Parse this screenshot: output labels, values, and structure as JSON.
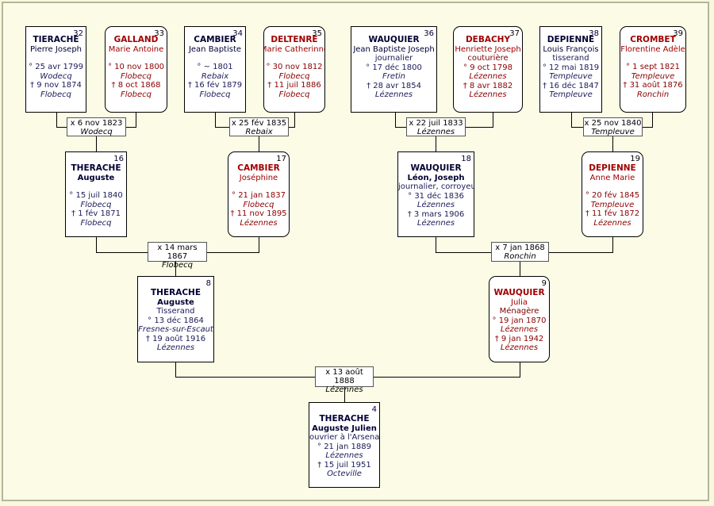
{
  "persons": {
    "p32": {
      "num": "32",
      "surname": "TIERACHE",
      "given": "Pierre Joseph",
      "birth": "° 25 avr 1799",
      "birth_place": "Wodecq",
      "death": "† 9 nov 1874",
      "death_place": "Flobecq"
    },
    "p33": {
      "num": "33",
      "surname": "GALLAND",
      "given": "Marie Antoine",
      "birth": "° 10 nov 1800",
      "birth_place": "Flobecq",
      "death": "† 8 oct 1868",
      "death_place": "Flobecq"
    },
    "p34": {
      "num": "34",
      "surname": "CAMBIER",
      "given": "Jean Baptiste",
      "birth": "° ~ 1801",
      "birth_place": "Rebaix",
      "death": "† 16 fév 1879",
      "death_place": "Flobecq"
    },
    "p35": {
      "num": "35",
      "surname": "DELTENRE",
      "given": "Marie Catherinne",
      "birth": "° 30 nov 1812",
      "birth_place": "Flobecq",
      "death": "† 11 juil 1886",
      "death_place": "Flobecq"
    },
    "p36": {
      "num": "36",
      "surname": "WAUQUIER",
      "given": "Jean Baptiste Joseph",
      "occupation": "journalier",
      "birth": "° 17 déc 1800",
      "birth_place": "Fretin",
      "death": "† 28 avr 1854",
      "death_place": "Lézennes"
    },
    "p37": {
      "num": "37",
      "surname": "DEBACHY",
      "given": "Henriette Joseph",
      "occupation": "couturière",
      "birth": "° 9 oct 1798",
      "birth_place": "Lézennes",
      "death": "† 8 avr 1882",
      "death_place": "Lézennes"
    },
    "p38": {
      "num": "38",
      "surname": "DEPIENNE",
      "given": "Louis François",
      "occupation": "tisserand",
      "birth": "° 12 mai 1819",
      "birth_place": "Templeuve",
      "death": "† 16 déc 1847",
      "death_place": "Templeuve"
    },
    "p39": {
      "num": "39",
      "surname": "CROMBET",
      "given": "Florentine Adèle",
      "birth": "° 1 sept 1821",
      "birth_place": "Templeuve",
      "death": "† 31 août 1876",
      "death_place": "Ronchin"
    },
    "p16": {
      "num": "16",
      "surname": "THERACHE",
      "given": "Auguste",
      "birth": "° 15 juil 1840",
      "birth_place": "Flobecq",
      "death": "† 1 fév 1871",
      "death_place": "Flobecq"
    },
    "p17": {
      "num": "17",
      "surname": "CAMBIER",
      "given": "Joséphine",
      "birth": "° 21 jan 1837",
      "birth_place": "Flobecq",
      "death": "† 11 nov 1895",
      "death_place": "Lézennes"
    },
    "p18": {
      "num": "18",
      "surname": "WAUQUIER",
      "given": "Léon, Joseph",
      "occupation": "journalier, corroyeur",
      "birth": "° 31 déc 1836",
      "birth_place": "Lézennes",
      "death": "† 3 mars 1906",
      "death_place": "Lézennes"
    },
    "p19": {
      "num": "19",
      "surname": "DEPIENNE",
      "given": "Anne Marie",
      "birth": "° 20 fév 1845",
      "birth_place": "Templeuve",
      "death": "† 11 fév 1872",
      "death_place": "Lézennes"
    },
    "p8": {
      "num": "8",
      "surname": "THERACHE",
      "given": "Auguste",
      "occupation": "Tisserand",
      "birth": "° 13 déc 1864",
      "birth_place": "Fresnes-sur-Escaut",
      "death": "† 19 août 1916",
      "death_place": "Lézennes"
    },
    "p9": {
      "num": "9",
      "surname": "WAUQUIER",
      "given": "Julia",
      "occupation": "Ménagère",
      "birth": "° 19 jan 1870",
      "birth_place": "Lézennes",
      "death": "† 9 jan 1942",
      "death_place": "Lézennes"
    },
    "p4": {
      "num": "4",
      "surname": "THERACHE",
      "given": "Auguste Julien",
      "occupation": "ouvrier à l'Arsenal",
      "birth": "° 21 jan 1889",
      "birth_place": "Lézennes",
      "death": "† 15 juil 1951",
      "death_place": "Octeville"
    }
  },
  "marriages": {
    "m16": {
      "date": "x 6 nov 1823",
      "place": "Wodecq"
    },
    "m17": {
      "date": "x 25 fév 1835",
      "place": "Rebaix"
    },
    "m18": {
      "date": "x 22 juil 1833",
      "place": "Lézennes"
    },
    "m19": {
      "date": "x 25 nov 1840",
      "place": "Templeuve"
    },
    "m8": {
      "date": "x 14 mars 1867",
      "place": "Flobecq"
    },
    "m9": {
      "date": "x 7 jan 1868",
      "place": "Ronchin"
    },
    "m4": {
      "date": "x 13 août 1888",
      "place": "Lézennes"
    }
  }
}
